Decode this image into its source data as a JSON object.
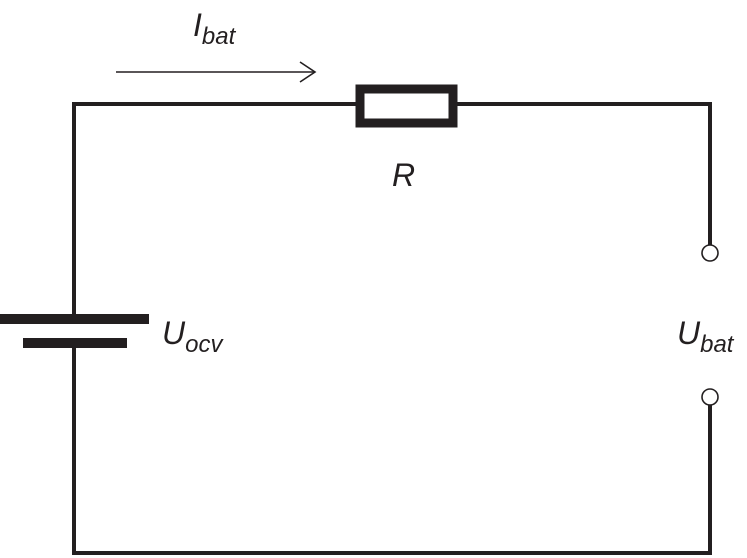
{
  "current_label": {
    "main": "I",
    "sub": "bat"
  },
  "resistor_label": {
    "main": "R"
  },
  "battery_label": {
    "main": "U",
    "sub": "ocv"
  },
  "terminal_label": {
    "main": "U",
    "sub": "bat"
  },
  "colors": {
    "stroke": "#231f20",
    "background": "#ffffff"
  }
}
